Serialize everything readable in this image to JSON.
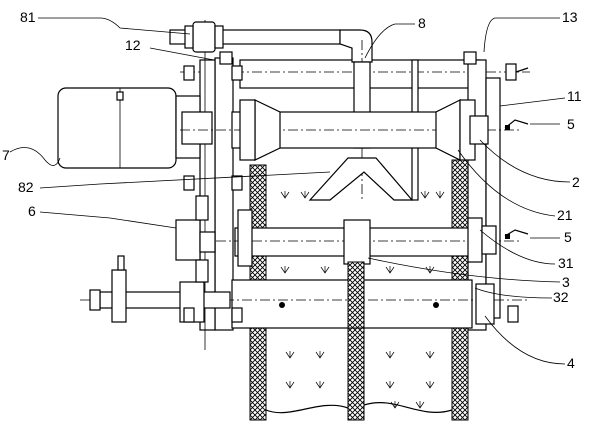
{
  "labels": {
    "l81": "81",
    "l8": "8",
    "l13": "13",
    "l12": "12",
    "l11": "11",
    "l5a": "5",
    "l7": "7",
    "l2": "2",
    "l82": "82",
    "l21": "21",
    "l6": "6",
    "l5b": "5",
    "l31": "31",
    "l3": "3",
    "l32": "32",
    "l4": "4"
  }
}
